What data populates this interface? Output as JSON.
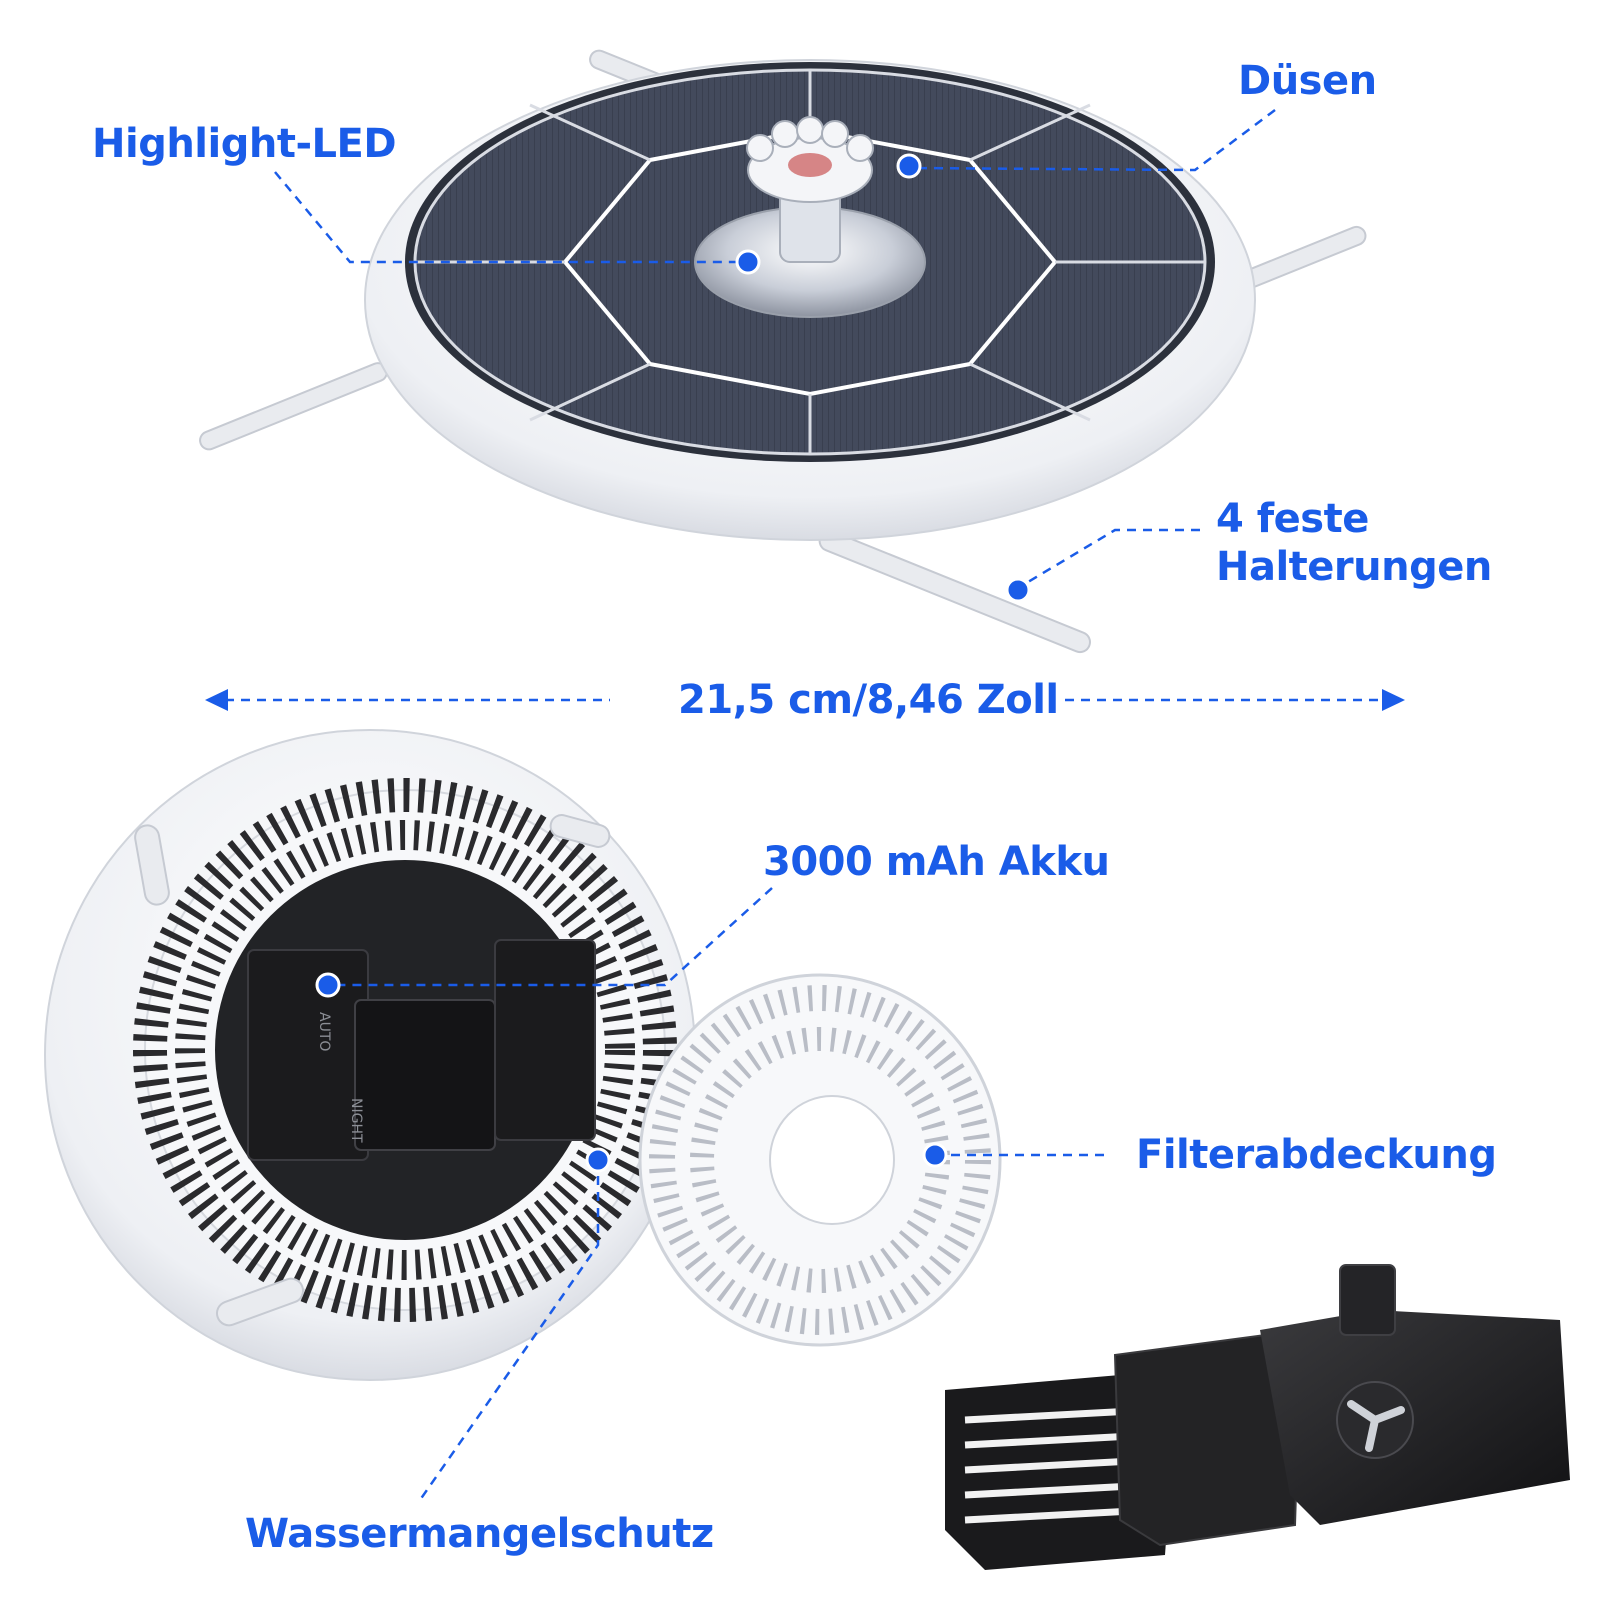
{
  "colors": {
    "accent": "#1a5ce8",
    "panel": "#3b4150",
    "panel_dark": "#2a2e38",
    "housing": "#f2f3f6",
    "pump": "#1d1d1f"
  },
  "labels": {
    "highlight_led": "Highlight-LED",
    "duesen": "Düsen",
    "halterungen_line1": "4 feste",
    "halterungen_line2": "Halterungen",
    "dimension": "21,5 cm/8,46 Zoll",
    "akku": "3000 mAh Akku",
    "filterabdeckung": "Filterabdeckung",
    "wassermangelschutz": "Wassermangelschutz"
  },
  "device_markings": {
    "auto": "AUTO",
    "night": "NIGHT"
  }
}
